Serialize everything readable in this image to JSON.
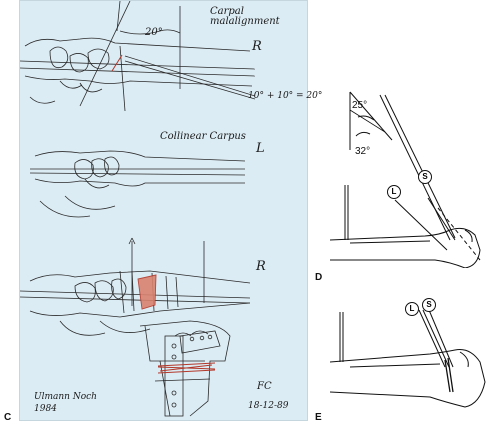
{
  "panel_c": {
    "letter": "C",
    "note_carpal": "Carpal malalignment",
    "angle_top": "20°",
    "side_r1": "R",
    "angle_sum": "10° + 10° = 20°",
    "note_collinear": "Collinear Carpus",
    "side_l": "L",
    "side_r2": "R",
    "signature": "Ulmann Noch 1984",
    "initials": "FC",
    "date": "18-12-89"
  },
  "panel_d": {
    "letter": "D",
    "angle1": "25°",
    "angle2": "32°",
    "marker_l": "L",
    "marker_s": "S"
  },
  "panel_e": {
    "letter": "E",
    "marker_l": "L",
    "marker_s": "S"
  }
}
